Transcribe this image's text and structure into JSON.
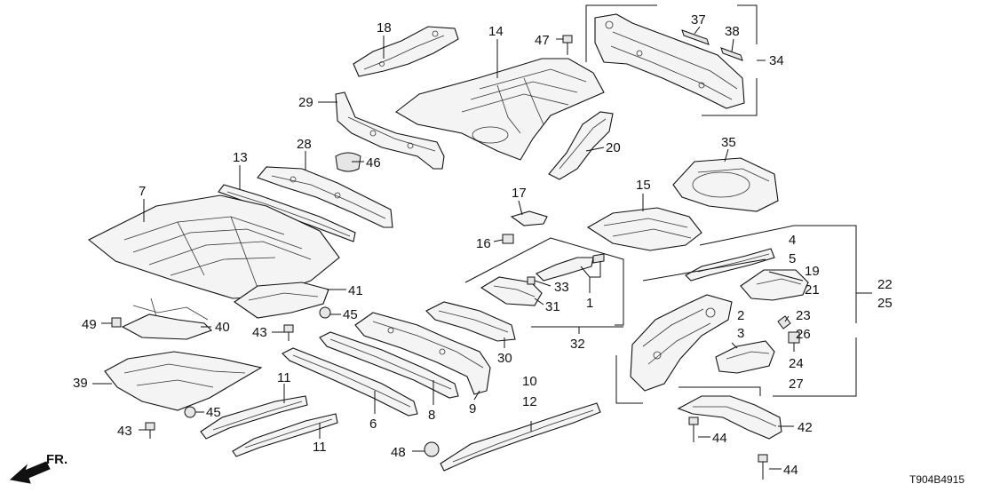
{
  "callouts": {
    "c1": "1",
    "c2": "2",
    "c3": "3",
    "c4": "4",
    "c5": "5",
    "c6": "6",
    "c7": "7",
    "c8": "8",
    "c9": "9",
    "c10": "10",
    "c11a": "11",
    "c11b": "11",
    "c12": "12",
    "c13": "13",
    "c14": "14",
    "c15": "15",
    "c16": "16",
    "c17": "17",
    "c18": "18",
    "c19": "19",
    "c20": "20",
    "c21": "21",
    "c22": "22",
    "c23": "23",
    "c24": "24",
    "c25": "25",
    "c26": "26",
    "c27": "27",
    "c28": "28",
    "c29": "29",
    "c30": "30",
    "c31": "31",
    "c32": "32",
    "c33": "33",
    "c34": "34",
    "c35": "35",
    "c37": "37",
    "c38": "38",
    "c39": "39",
    "c40": "40",
    "c41": "41",
    "c42": "42",
    "c43a": "43",
    "c43b": "43",
    "c44a": "44",
    "c44b": "44",
    "c45a": "45",
    "c45b": "45",
    "c46": "46",
    "c47": "47",
    "c48": "48",
    "c49": "49"
  },
  "direction_label": "FR.",
  "diagram_code": "T904B4915"
}
